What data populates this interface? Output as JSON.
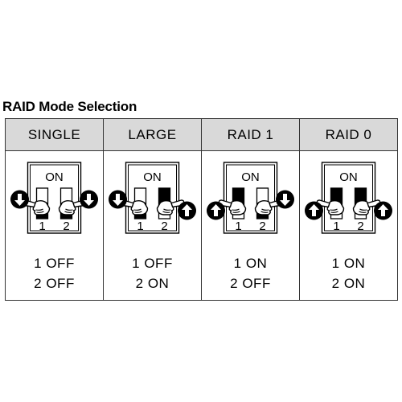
{
  "title": "RAID Mode Selection",
  "switch_labels": {
    "on": "ON",
    "one": "1",
    "two": "2"
  },
  "modes": [
    {
      "header": "SINGLE",
      "switch1": "OFF",
      "switch2": "OFF",
      "line1": "1 OFF",
      "line2": "2 OFF"
    },
    {
      "header": "LARGE",
      "switch1": "OFF",
      "switch2": "ON",
      "line1": "1 OFF",
      "line2": "2 ON"
    },
    {
      "header": "RAID 1",
      "switch1": "ON",
      "switch2": "OFF",
      "line1": "1 ON",
      "line2": "2 OFF"
    },
    {
      "header": "RAID 0",
      "switch1": "ON",
      "switch2": "ON",
      "line1": "1 ON",
      "line2": "2 ON"
    }
  ]
}
